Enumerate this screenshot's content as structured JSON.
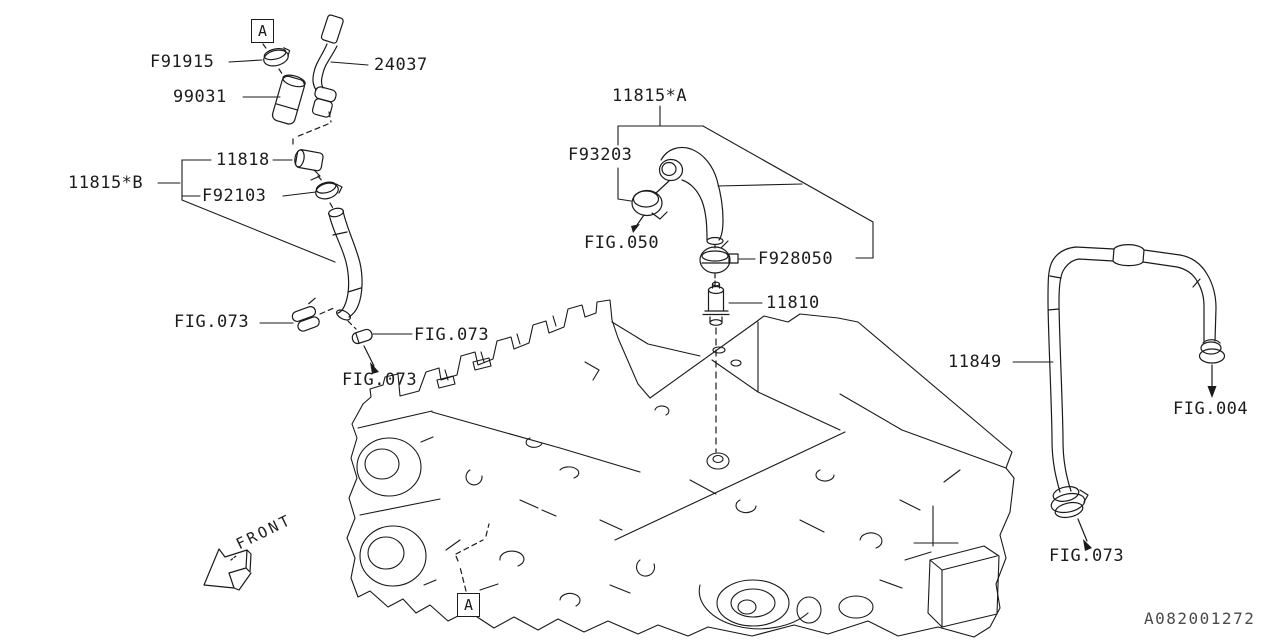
{
  "diagram": {
    "doc_number": "A082001272",
    "front_label": "FRONT",
    "view_marker": "A",
    "part_labels": {
      "f91915": "F91915",
      "p99031": "99031",
      "p24037": "24037",
      "p11818": "11818",
      "asm_11815_b": "11815*B",
      "f92103": "F92103",
      "asm_11815_a": "11815*A",
      "f93203": "F93203",
      "f928050": "F928050",
      "p11810": "11810",
      "p11849": "11849"
    },
    "figure_refs": {
      "fig050": "FIG.050",
      "fig073": "FIG.073",
      "fig004": "FIG.004"
    }
  }
}
